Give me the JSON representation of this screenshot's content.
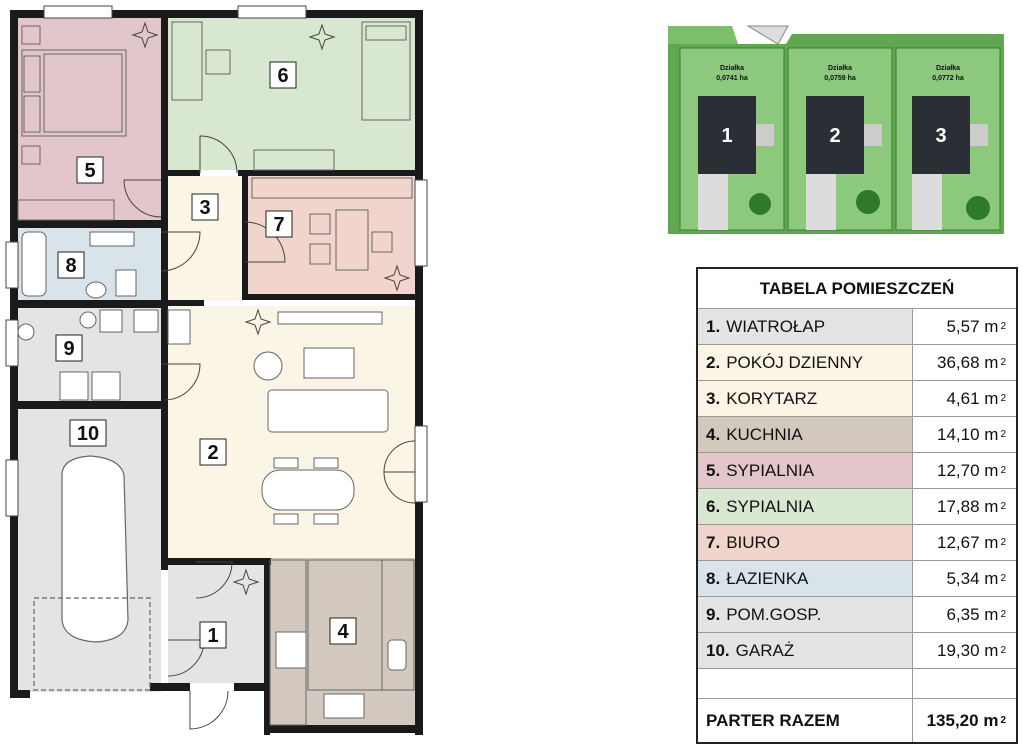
{
  "rooms_plan": [
    {
      "num": "1"
    },
    {
      "num": "2"
    },
    {
      "num": "3"
    },
    {
      "num": "4"
    },
    {
      "num": "5"
    },
    {
      "num": "6"
    },
    {
      "num": "7"
    },
    {
      "num": "8"
    },
    {
      "num": "9"
    },
    {
      "num": "10"
    }
  ],
  "site": {
    "plots": [
      {
        "label": "Działka",
        "area": "0,0741 ha",
        "house": "1"
      },
      {
        "label": "Działka",
        "area": "0,0759 ha",
        "house": "2"
      },
      {
        "label": "Działka",
        "area": "0,0772 ha",
        "house": "3"
      }
    ]
  },
  "table": {
    "title": "TABELA POMIESZCZEŃ",
    "unit_sup": "2",
    "unit": "m",
    "rows": [
      {
        "num": "1.",
        "name": "WIATROŁAP",
        "area": "5,57",
        "color": "#e4e4e4"
      },
      {
        "num": "2.",
        "name": "POKÓJ DZIENNY",
        "area": "36,68",
        "color": "#fbf5e6"
      },
      {
        "num": "3.",
        "name": "KORYTARZ",
        "area": "4,61",
        "color": "#fbf5e6"
      },
      {
        "num": "4.",
        "name": "KUCHNIA",
        "area": "14,10",
        "color": "#d3c8bd"
      },
      {
        "num": "5.",
        "name": "SYPIALNIA",
        "area": "12,70",
        "color": "#e2c6cc"
      },
      {
        "num": "6.",
        "name": "SYPIALNIA",
        "area": "17,88",
        "color": "#d8e8d0"
      },
      {
        "num": "7.",
        "name": "BIURO",
        "area": "12,67",
        "color": "#f1d5cc"
      },
      {
        "num": "8.",
        "name": "ŁAZIENKA",
        "area": "5,34",
        "color": "#d8e4ea"
      },
      {
        "num": "9.",
        "name": "POM.GOSP.",
        "area": "6,35",
        "color": "#e4e4e4"
      },
      {
        "num": "10.",
        "name": "GARAŻ",
        "area": "19,30",
        "color": "#e4e4e4"
      }
    ],
    "total_label": "PARTER RAZEM",
    "total_area": "135,20"
  }
}
